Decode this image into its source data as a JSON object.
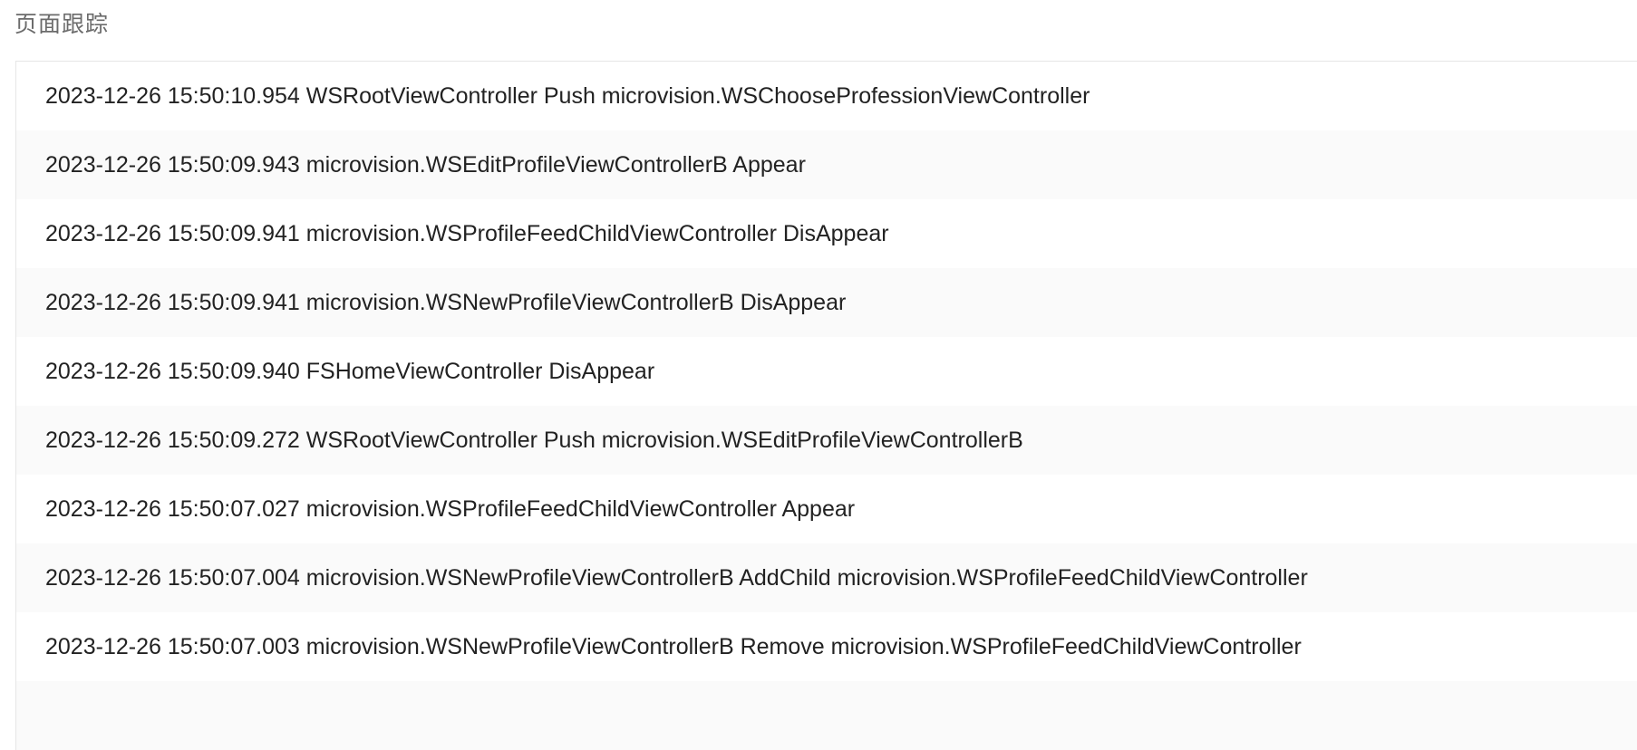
{
  "title": "页面跟踪",
  "logs": [
    "2023-12-26 15:50:10.954 WSRootViewController Push microvision.WSChooseProfessionViewController",
    "2023-12-26 15:50:09.943 microvision.WSEditProfileViewControllerB Appear",
    "2023-12-26 15:50:09.941 microvision.WSProfileFeedChildViewController DisAppear",
    "2023-12-26 15:50:09.941 microvision.WSNewProfileViewControllerB DisAppear",
    "2023-12-26 15:50:09.940 FSHomeViewController DisAppear",
    "2023-12-26 15:50:09.272 WSRootViewController Push microvision.WSEditProfileViewControllerB",
    "2023-12-26 15:50:07.027 microvision.WSProfileFeedChildViewController Appear",
    "2023-12-26 15:50:07.004 microvision.WSNewProfileViewControllerB AddChild microvision.WSProfileFeedChildViewController",
    "2023-12-26 15:50:07.003 microvision.WSNewProfileViewControllerB Remove microvision.WSProfileFeedChildViewController"
  ]
}
